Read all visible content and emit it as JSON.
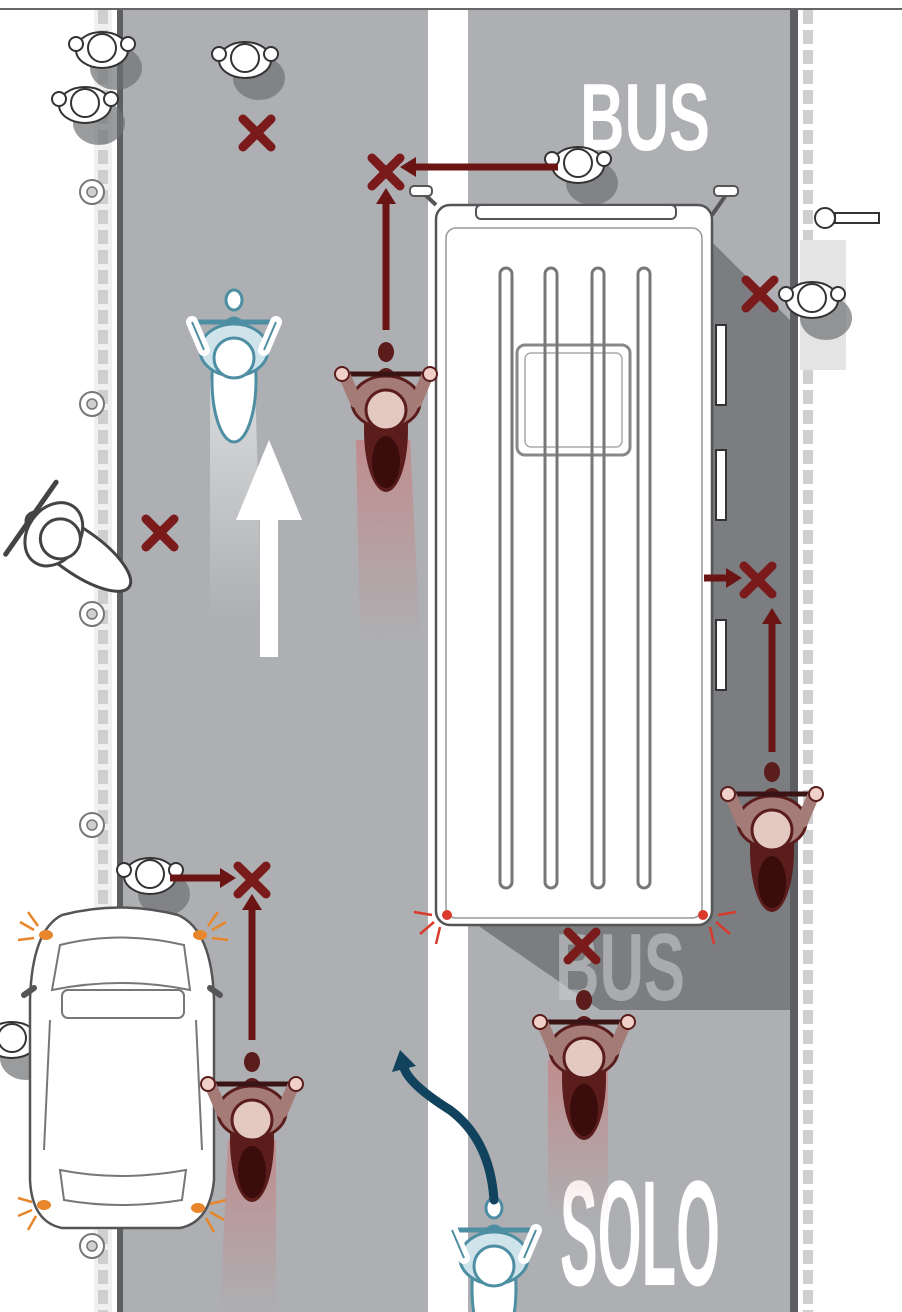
{
  "road_markings": {
    "bus_top": "BUS",
    "bus_bottom": "BUS",
    "solo": "SOLO"
  },
  "colors": {
    "road": "#adafb2",
    "sidewalk": "#ffffff",
    "curb_dark": "#5d5f62",
    "shadow": "#6e7074",
    "lane_line": "#ffffff",
    "danger_x": "#7a1a1a",
    "danger_arrow": "#6b1414",
    "rider_risky": "#a47b76",
    "rider_safe": "#cfe4ea",
    "rider_outline_safe": "#4d8ea3",
    "blind_cone_red": "#d58b8b",
    "curve_arrow": "#11435e",
    "indicator_orange": "#e7862a",
    "light_red": "#d83b2c"
  },
  "icons": {
    "danger_marker": "x-mark-icon",
    "direction": "arrow-up-icon",
    "path": "curved-arrow-icon"
  }
}
